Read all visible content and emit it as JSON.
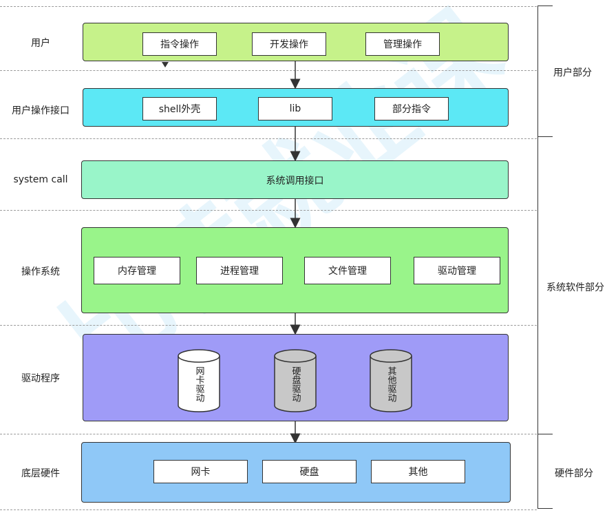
{
  "rows": {
    "user": "用户",
    "user_interface": "用户操作接口",
    "system_call": "system call",
    "os": "操作系统",
    "driver": "驱动程序",
    "hardware": "底层硬件"
  },
  "user_layer": {
    "boxes": [
      "指令操作",
      "开发操作",
      "管理操作"
    ]
  },
  "interface_layer": {
    "boxes": [
      "shell外壳",
      "lib",
      "部分指令"
    ]
  },
  "syscall_layer": {
    "text": "系统调用接口"
  },
  "os_layer": {
    "boxes": [
      "内存管理",
      "进程管理",
      "文件管理",
      "驱动管理"
    ]
  },
  "driver_layer": {
    "cylinders": [
      "网卡驱动",
      "硬盘驱动",
      "其他驱动"
    ]
  },
  "hardware_layer": {
    "boxes": [
      "网卡",
      "硬盘",
      "其他"
    ]
  },
  "sections": {
    "user_part": "用户部分",
    "system_software_part": "系统软件部分",
    "hardware_part": "硬件部分"
  },
  "watermark": "比特就业课",
  "colors": {
    "user": "#c6f28a",
    "interface": "#5ce8f5",
    "syscall": "#99f5c9",
    "os": "#99f48a",
    "driver": "#9f9bf7",
    "hardware": "#8fc8f7",
    "cyl_white": "#ffffff",
    "cyl_grey": "#c8c8c8"
  }
}
